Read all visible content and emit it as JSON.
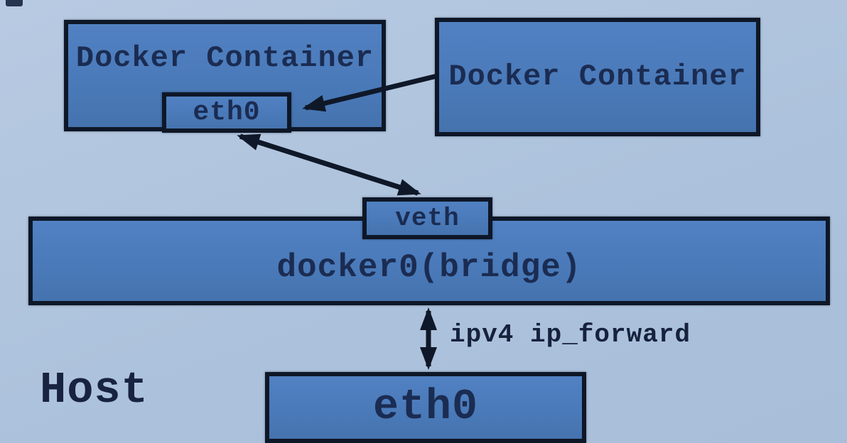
{
  "diagram": {
    "colors": {
      "background": "#adc2dc",
      "box_fill": "#4a7ab9",
      "box_border": "#0e1727",
      "text": "#1b2c52",
      "arrow": "#0f1828"
    },
    "nodes": {
      "container_left": {
        "label": "Docker Container"
      },
      "container_right": {
        "label": "Docker Container"
      },
      "eth0_container": {
        "label": "eth0"
      },
      "veth": {
        "label": "veth"
      },
      "bridge": {
        "label": "docker0(bridge)"
      },
      "eth0_host": {
        "label": "eth0"
      },
      "host": {
        "label": "Host"
      }
    },
    "connections": [
      {
        "from": "container_right",
        "to": "eth0_container",
        "type": "single-arrow",
        "label": ""
      },
      {
        "from": "eth0_container",
        "to": "veth",
        "type": "double-arrow",
        "label": ""
      },
      {
        "from": "bridge",
        "to": "eth0_host",
        "type": "double-arrow",
        "label": "ipv4 ip_forward"
      }
    ]
  }
}
